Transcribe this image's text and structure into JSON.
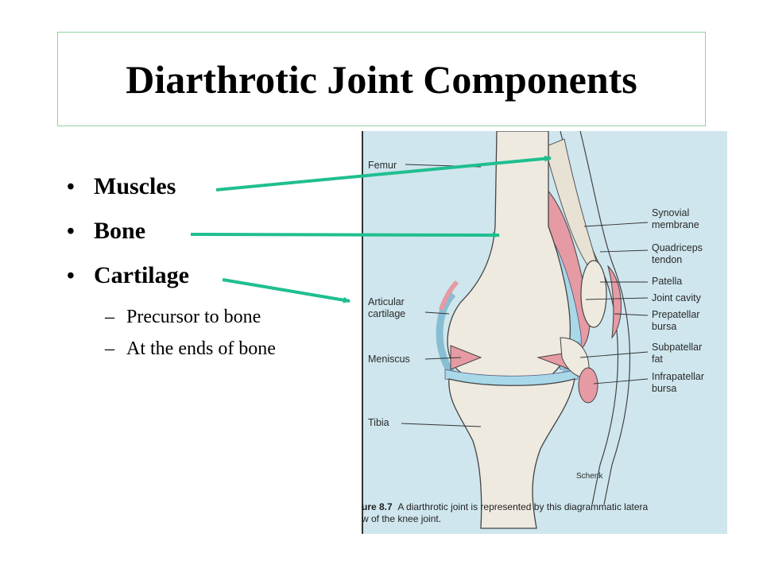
{
  "slide": {
    "title": "Diarthrotic Joint Components",
    "bullets": [
      {
        "text": "Muscles"
      },
      {
        "text": "Bone"
      },
      {
        "text": "Cartilage"
      }
    ],
    "subbullets": [
      {
        "text": "Precursor to bone"
      },
      {
        "text": "At the ends of bone"
      }
    ],
    "bullet_glyph": "•",
    "dash_glyph": "–"
  },
  "figure": {
    "labels": {
      "femur": "Femur",
      "synovial_1": "Synovial",
      "synovial_2": "membrane",
      "quad_1": "Quadriceps",
      "quad_2": "tendon",
      "patella": "Patella",
      "joint_cavity": "Joint cavity",
      "prepatellar_1": "Prepatellar",
      "prepatellar_2": "bursa",
      "articular_1": "Articular",
      "articular_2": "cartilage",
      "meniscus": "Meniscus",
      "subpatellar_1": "Subpatellar",
      "subpatellar_2": "fat",
      "infrapatellar_1": "Infrapatellar",
      "infrapatellar_2": "bursa",
      "tibia": "Tibia",
      "signature": "Schenk"
    },
    "caption_num": "ure 8.7",
    "caption_line1": "A diarthrotic joint is represented by this diagrammatic latera",
    "caption_line2": "w of the knee joint."
  },
  "colors": {
    "arrow": "#1fbf8f",
    "title_border": "#8fd69a",
    "figure_bg": "#cfe6ee",
    "bone": "#eeeae0",
    "cartilage": "#a9d8e8",
    "synovial": "#e59aa4"
  }
}
